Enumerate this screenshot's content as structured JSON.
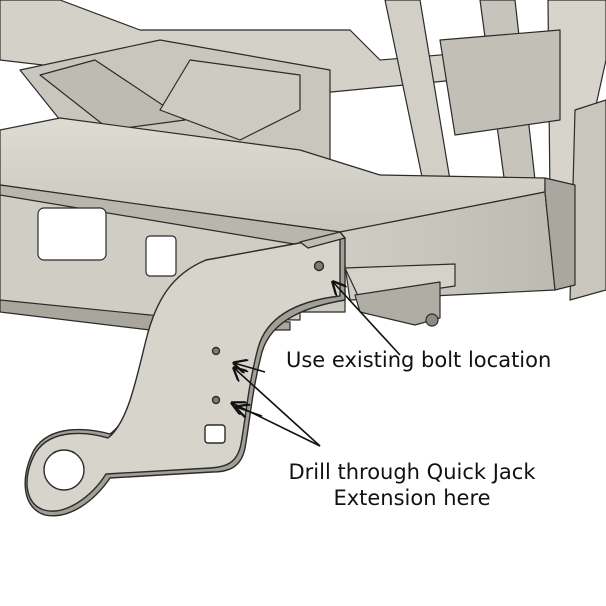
{
  "annotations": {
    "bolt_location": "Use existing bolt location",
    "drill_line1": "Drill through Quick Jack",
    "drill_line2": "Extension here"
  },
  "colors": {
    "background": "#ffffff",
    "steel_light": "#d7d5cc",
    "steel_mid": "#c6c4ba",
    "steel_dark": "#9f9d94",
    "edge": "#2b2b2b",
    "arrow": "#111111"
  }
}
